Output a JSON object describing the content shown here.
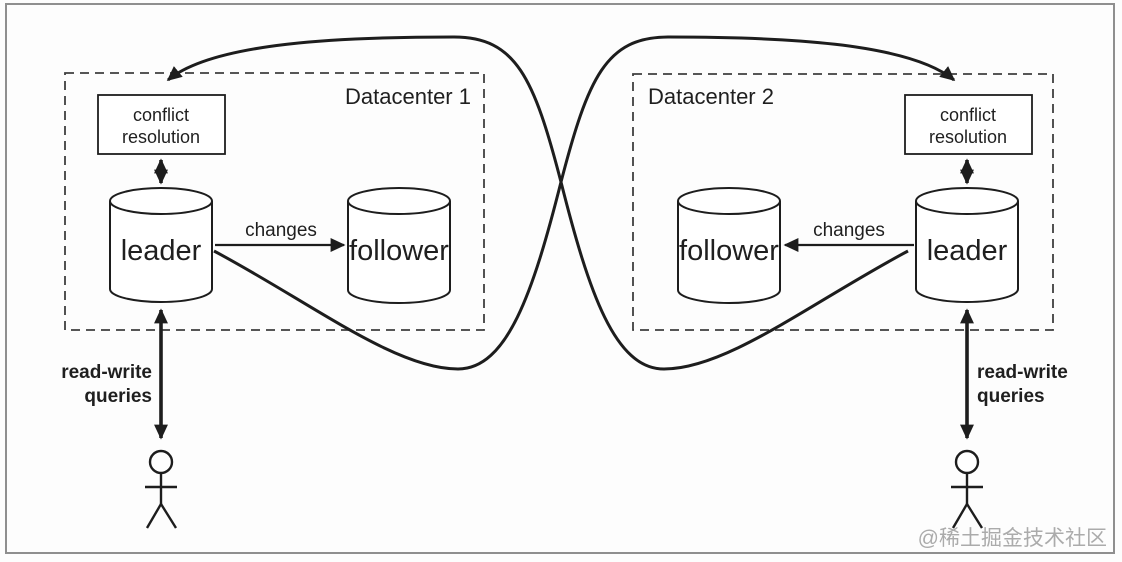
{
  "datacenter1": {
    "label": "Datacenter 1",
    "conflict_line1": "conflict",
    "conflict_line2": "resolution",
    "leader": "leader",
    "follower": "follower",
    "changes": "changes",
    "queries_line1": "read-write",
    "queries_line2": "queries"
  },
  "datacenter2": {
    "label": "Datacenter 2",
    "conflict_line1": "conflict",
    "conflict_line2": "resolution",
    "leader": "leader",
    "follower": "follower",
    "changes": "changes",
    "queries_line1": "read-write",
    "queries_line2": "queries"
  },
  "watermark": "@稀土掘金技术社区",
  "colors": {
    "line": "#1d1d1d",
    "dashed_border": "#3f3f3f",
    "frame": "#8f8f8f",
    "watermark": "#ababab",
    "background": "#fdfdfd"
  }
}
